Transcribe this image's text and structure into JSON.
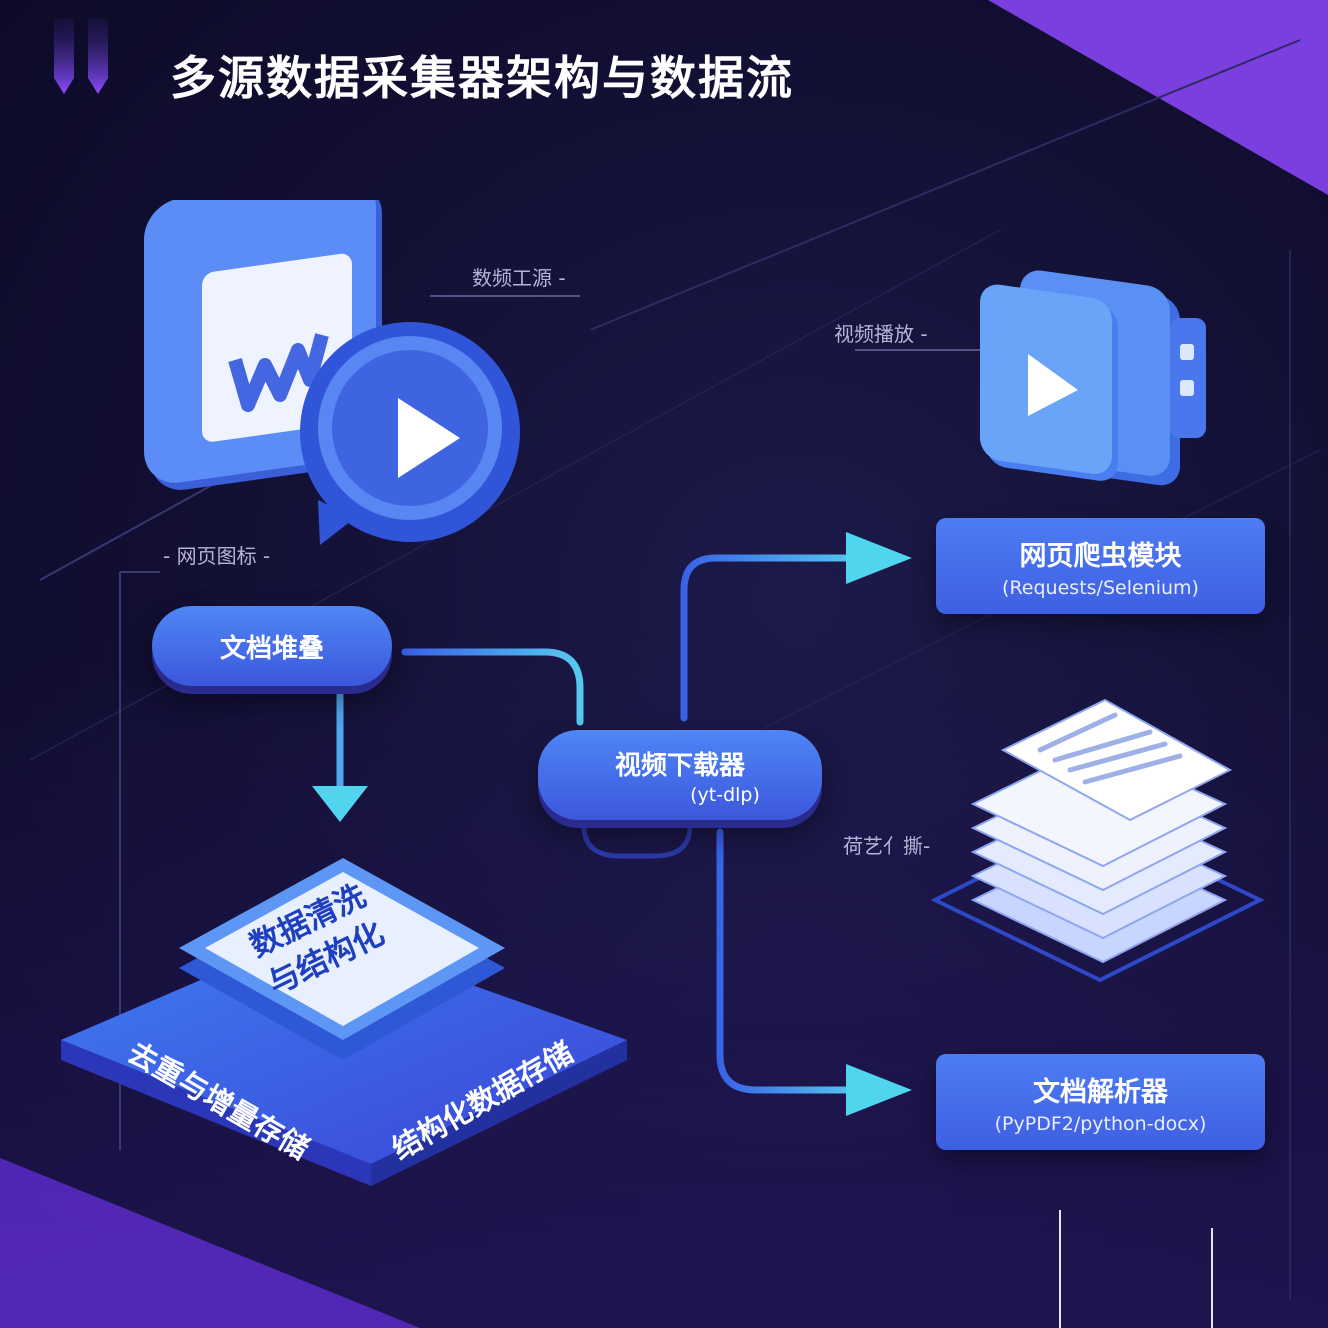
{
  "title": "多源数据采集器架构与数据流",
  "labels": {
    "data_source": "数频工源 -",
    "web_icon": "- 网页图标 -",
    "video_play": "视频播放 -",
    "doc_label": "荷艺亻撕-"
  },
  "nodes": {
    "doc_stack": "文档堆叠",
    "video_downloader": {
      "name": "视频下载器",
      "tool": "(yt-dlp)"
    },
    "web_crawler": {
      "name": "网页爬虫模块",
      "tool": "(Requests/Selenium)"
    },
    "doc_parser": {
      "name": "文档解析器",
      "tool": "(PyPDF2/python-docx)"
    },
    "clean": {
      "line1": "数据清洗",
      "line2": "与结构化"
    },
    "dedup": "去重与增量存储",
    "store": "结构化数据存储"
  },
  "colors": {
    "accent_purple": "#7b3fe0",
    "node_blue": "#4a78f0",
    "arrow_cyan": "#4fd6ee",
    "background": "#120f33"
  },
  "icons": [
    "web-page-icon",
    "play-bubble-icon",
    "video-camera-icon",
    "document-stack-icon"
  ]
}
